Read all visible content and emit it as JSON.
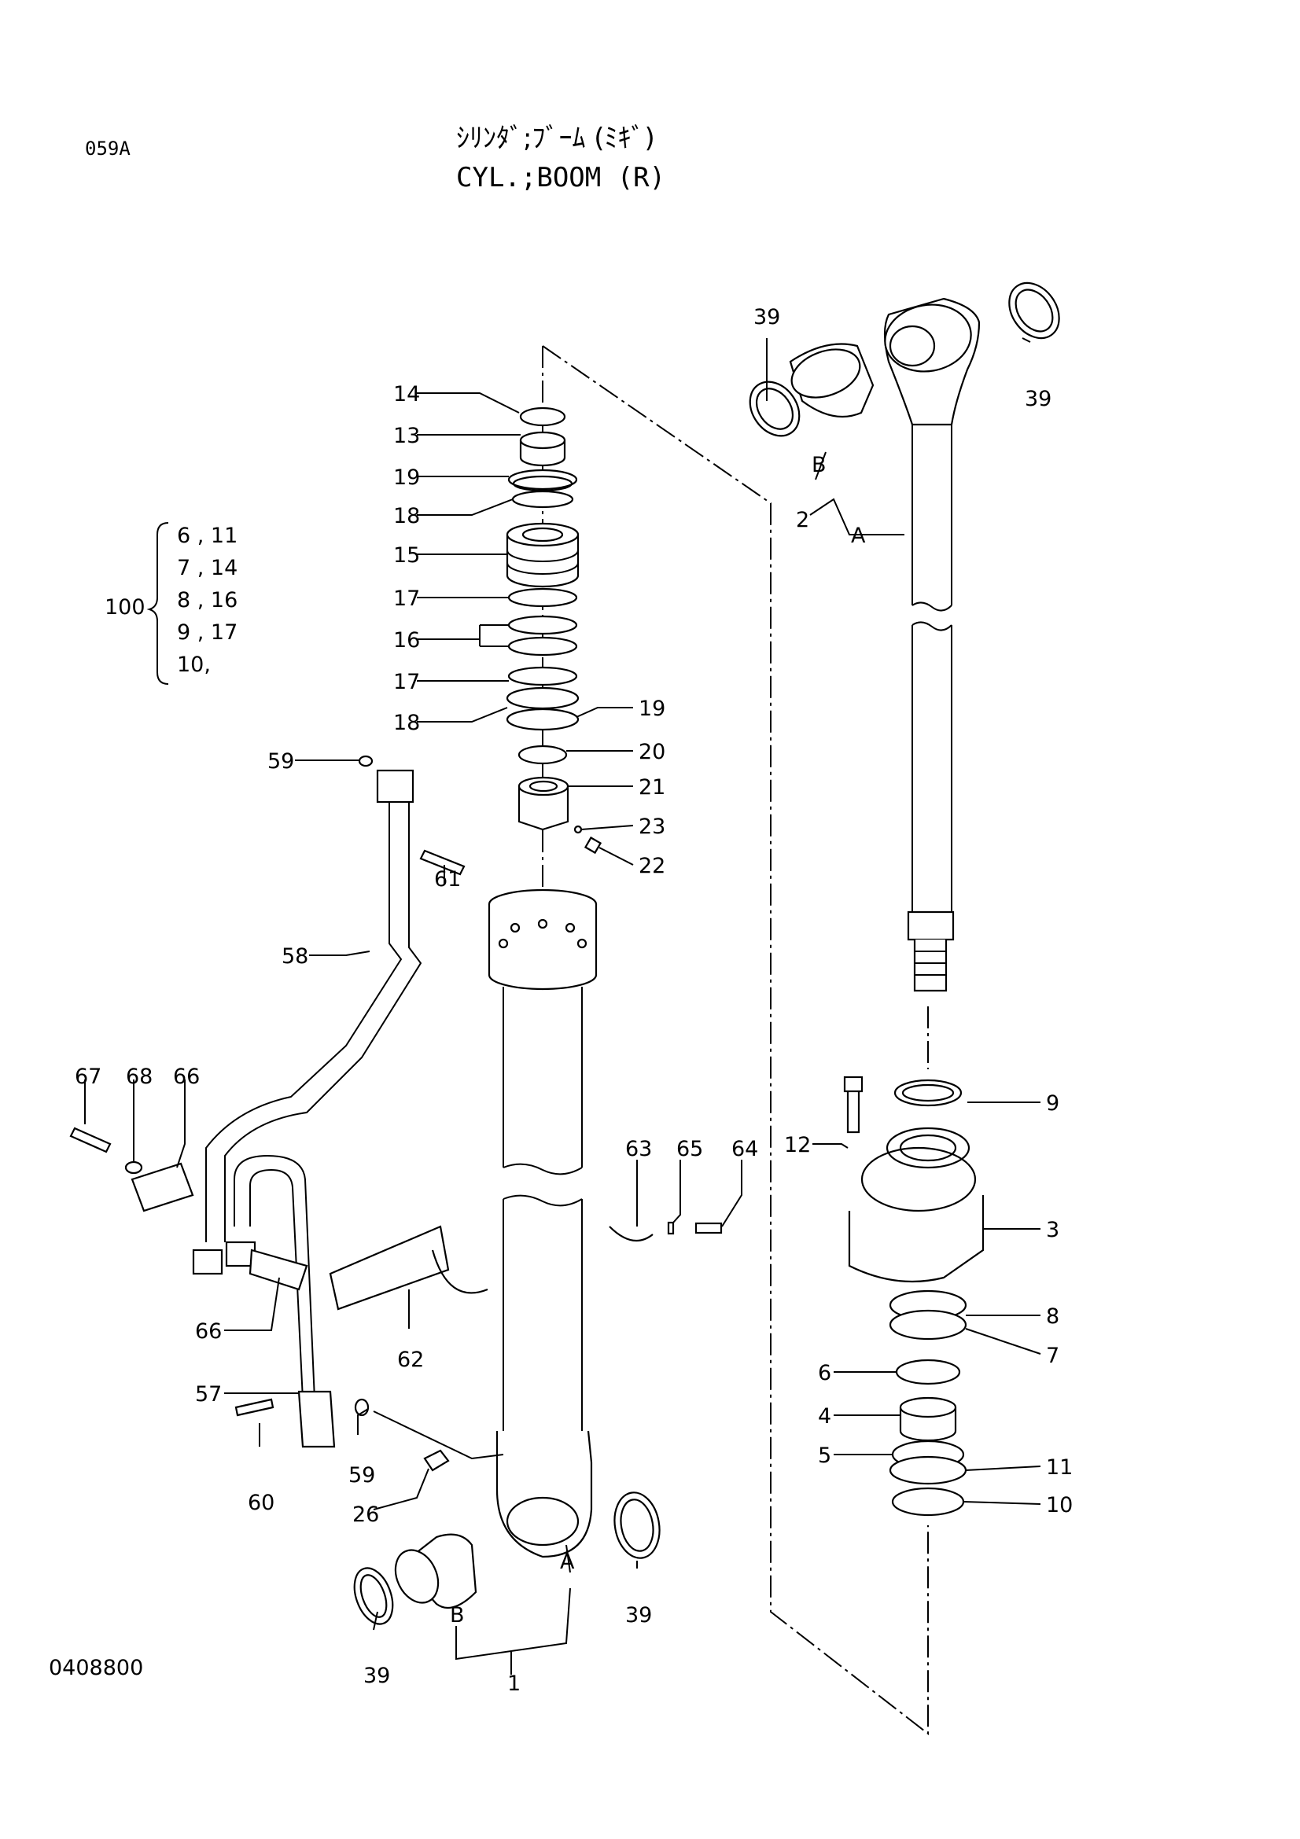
{
  "header": {
    "page_code": "059A",
    "title_jp": "ｼﾘﾝﾀﾞ;ﾌﾞｰﾑ (ﾐｷﾞ)",
    "title_en": "CYL.;BOOM (R)"
  },
  "footer": {
    "drawing_number": "0408800"
  },
  "kit": {
    "number": "100",
    "rows": [
      "6 , 11",
      "7 , 14",
      "8 , 16",
      "9 , 17",
      "10,"
    ]
  },
  "callouts": [
    "14",
    "13",
    "19",
    "18",
    "15",
    "17",
    "16",
    "17",
    "18",
    "19",
    "20",
    "21",
    "23",
    "22",
    "39",
    "39",
    "B",
    "2",
    "A",
    "9",
    "12",
    "3",
    "8",
    "7",
    "6",
    "4",
    "5",
    "11",
    "10",
    "59",
    "61",
    "58",
    "67",
    "68",
    "66",
    "63",
    "65",
    "64",
    "66",
    "62",
    "57",
    "59",
    "60",
    "26",
    "A",
    "39",
    "39",
    "B",
    "1"
  ]
}
